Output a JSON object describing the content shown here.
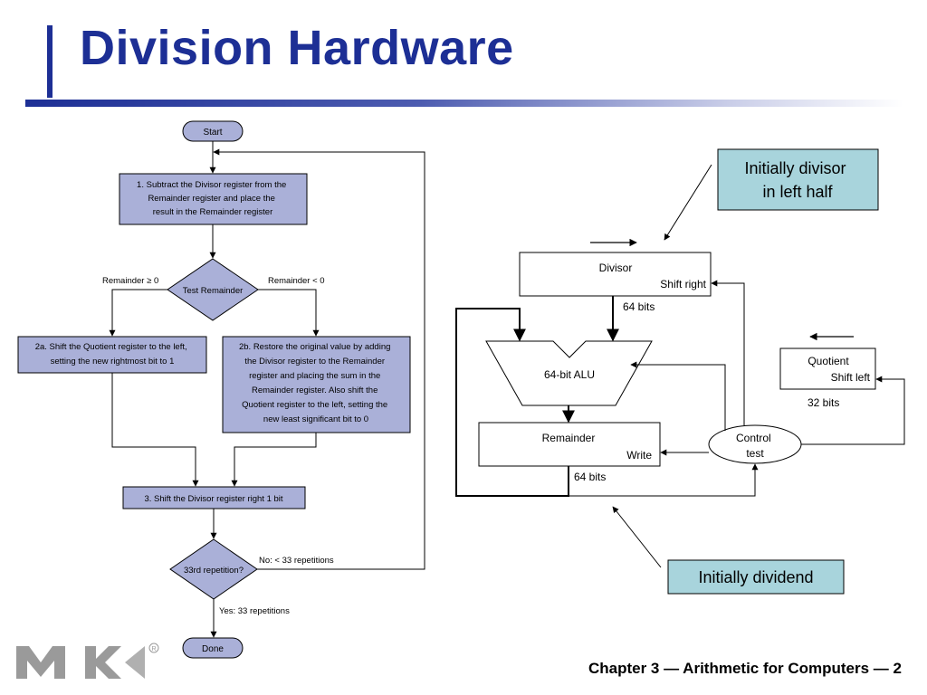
{
  "slide": {
    "title": "Division Hardware",
    "footer": "Chapter 3 — Arithmetic for Computers — 2",
    "logo_mark": "registered"
  },
  "colors": {
    "title": "#1d2f95",
    "box_fill": "#aab0d8",
    "callout_fill": "#a8d4dc"
  },
  "flowchart": {
    "start": "Start",
    "step1": [
      "1.  Subtract the Divisor register from the",
      "Remainder register and place the",
      "result in the Remainder register"
    ],
    "decision": "Test Remainder",
    "branch_left": "Remainder ≥ 0",
    "branch_right": "Remainder < 0",
    "step2a": [
      "2a.  Shift the Quotient register to the left,",
      "setting the new rightmost bit to 1"
    ],
    "step2b": [
      "2b.  Restore the original value by adding",
      "the Divisor register to the Remainder",
      "register and placing the sum in the",
      "Remainder register. Also shift the",
      "Quotient register to the left, setting the",
      "new least significant bit to 0"
    ],
    "step3": "3.  Shift the Divisor register right 1 bit",
    "repeat_test": "33rd repetition?",
    "repeat_no": "No: < 33 repetitions",
    "repeat_yes": "Yes: 33 repetitions",
    "done": "Done"
  },
  "hardware": {
    "divisor_label": "Divisor",
    "divisor_op": "Shift right",
    "divisor_bits": "64 bits",
    "alu": "64-bit ALU",
    "remainder_label": "Remainder",
    "remainder_op": "Write",
    "remainder_bits": "64 bits",
    "quotient_label": "Quotient",
    "quotient_op": "Shift left",
    "quotient_bits": "32 bits",
    "control": [
      "Control",
      "test"
    ],
    "callout_divisor": [
      "Initially divisor",
      "in left half"
    ],
    "callout_dividend": "Initially dividend"
  }
}
